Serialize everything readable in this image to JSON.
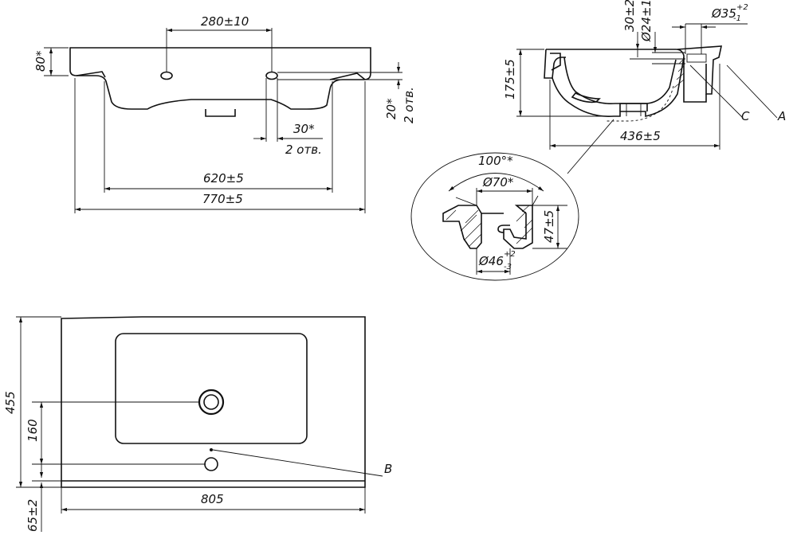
{
  "front_view": {
    "dim_holes_spacing": "280±10",
    "dim_rim_height": "80*",
    "dim_hole_offset": "20*",
    "dim_hole_offset_note": "2 отв.",
    "dim_hole_diameter": "30*",
    "dim_hole_diameter_note": "2 отв.",
    "dim_inner_width": "620±5",
    "dim_total_width": "770±5"
  },
  "side_view": {
    "dim_height": "175±5",
    "dim_depth": "436±5",
    "dim_overflow_offset": "30±2",
    "dim_overflow_diameter": "Ø24±1",
    "dim_outlet_diameter": "Ø35",
    "dim_outlet_tol_upper": "+2",
    "dim_outlet_tol_lower": "-1",
    "label_c": "C",
    "label_a": "A"
  },
  "detail_view": {
    "dim_angle": "100°*",
    "dim_top_diameter": "Ø70*",
    "dim_height": "47±5",
    "dim_bottom_diameter": "Ø46",
    "dim_bottom_tol_upper": "+2",
    "dim_bottom_tol_lower": "-3"
  },
  "top_view": {
    "dim_depth": "455",
    "dim_hole_offset": "160",
    "dim_width": "805",
    "dim_front_edge": "65±2",
    "label_b": "B"
  }
}
